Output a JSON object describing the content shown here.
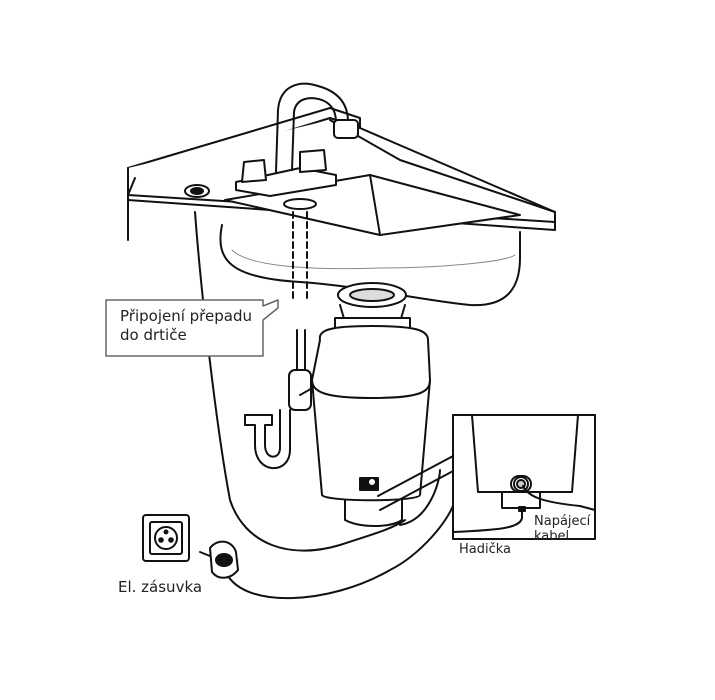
{
  "labels": {
    "overflow_connection": "Připojení přepadu do drtiče",
    "overflow_line1": "Připojení přepadu",
    "overflow_line2": "do drtiče",
    "socket": "El. zásuvka",
    "hose": "Hadička",
    "power_cable_line1": "Napájecí",
    "power_cable_line2": "kabel"
  }
}
